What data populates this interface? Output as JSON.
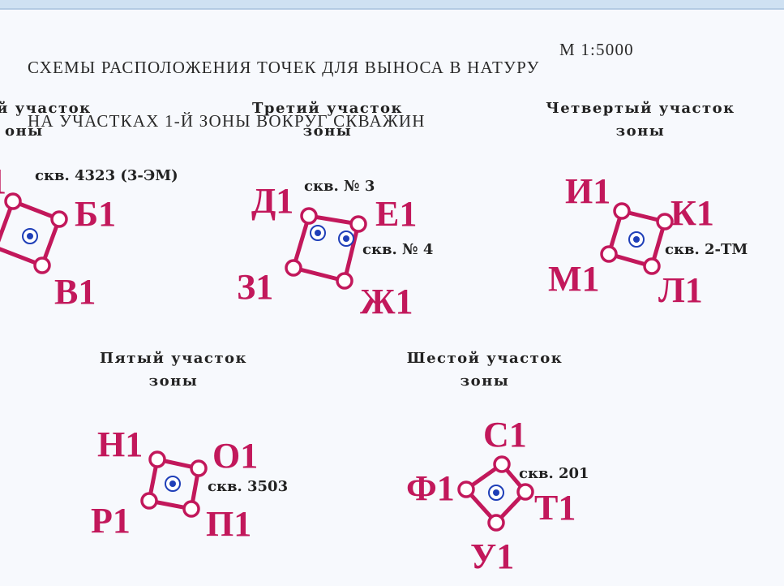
{
  "title": {
    "line1": "СХЕМЫ РАСПОЛОЖЕНИЯ ТОЧЕК ДЛЯ ВЫНОСА В НАТУРУ",
    "line2": "НА УЧАСТКАХ 1-Й ЗОНЫ ВОКРУГ СКВАЖИН",
    "scale": "М 1:5000"
  },
  "sections": {
    "second": {
      "heading_line1": "й участок",
      "heading_line2": "оны",
      "well_label": "скв. 4323 (3-ЭМ)",
      "points": {
        "top_left": "1",
        "top_right": "Б1",
        "bottom_right": "В1"
      }
    },
    "third": {
      "heading_line1": "Третий участок",
      "heading_line2": "зоны",
      "well_label_1": "скв. № 3",
      "well_label_2": "скв. № 4",
      "points": {
        "top_left": "Д1",
        "top_right": "Е1",
        "bottom_left": "З1",
        "bottom_right": "Ж1"
      }
    },
    "fourth": {
      "heading_line1": "Четвертый участок",
      "heading_line2": "зоны",
      "well_label": "скв. 2-ТМ",
      "points": {
        "top_left": "И1",
        "top_right": "К1",
        "bottom_left": "М1",
        "bottom_right": "Л1"
      }
    },
    "fifth": {
      "heading_line1": "Пятый участок",
      "heading_line2": "зоны",
      "well_label": "скв. 3503",
      "points": {
        "top_left": "Н1",
        "top_right": "О1",
        "bottom_left": "Р1",
        "bottom_right": "П1"
      }
    },
    "sixth": {
      "heading_line1": "Шестой участок",
      "heading_line2": "зоны",
      "well_label": "скв. 201",
      "points": {
        "top": "С1",
        "left": "Ф1",
        "right": "Т1",
        "bottom": "У1"
      }
    }
  },
  "colors": {
    "plot_outline": "#c2185b",
    "well_marker": "#1f3fb8",
    "text": "#222222",
    "background": "#f7f9fd"
  }
}
